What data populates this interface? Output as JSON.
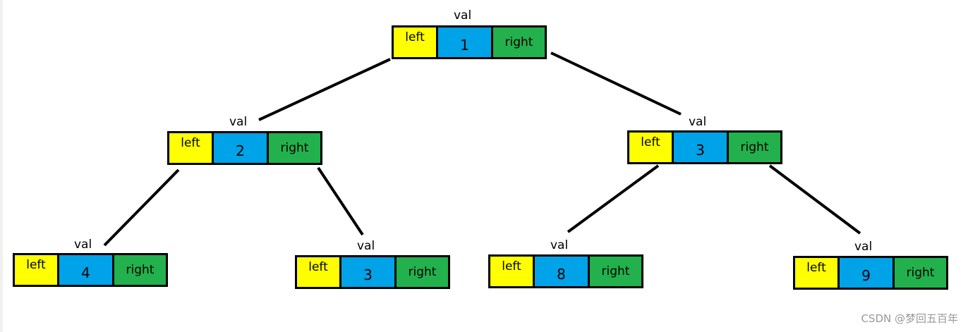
{
  "diagram": {
    "nodes": [
      {
        "id": "n1",
        "val_label": "val",
        "left": "left",
        "value": "1",
        "right": "right"
      },
      {
        "id": "n2",
        "val_label": "val",
        "left": "left",
        "value": "2",
        "right": "right"
      },
      {
        "id": "n3",
        "val_label": "val",
        "left": "left",
        "value": "3",
        "right": "right"
      },
      {
        "id": "n4",
        "val_label": "val",
        "left": "left",
        "value": "4",
        "right": "right"
      },
      {
        "id": "n5",
        "val_label": "val",
        "left": "left",
        "value": "3",
        "right": "right"
      },
      {
        "id": "n6",
        "val_label": "val",
        "left": "left",
        "value": "8",
        "right": "right"
      },
      {
        "id": "n7",
        "val_label": "val",
        "left": "left",
        "value": "9",
        "right": "right"
      }
    ],
    "edges": [
      {
        "from": "n1",
        "to": "n2"
      },
      {
        "from": "n1",
        "to": "n3"
      },
      {
        "from": "n2",
        "to": "n4"
      },
      {
        "from": "n2",
        "to": "n5"
      },
      {
        "from": "n3",
        "to": "n6"
      },
      {
        "from": "n3",
        "to": "n7"
      }
    ],
    "colors": {
      "left": "#ffff00",
      "val": "#00a2e8",
      "right": "#22b14c",
      "edge": "#000000"
    }
  },
  "watermark": "CSDN @梦回五百年"
}
